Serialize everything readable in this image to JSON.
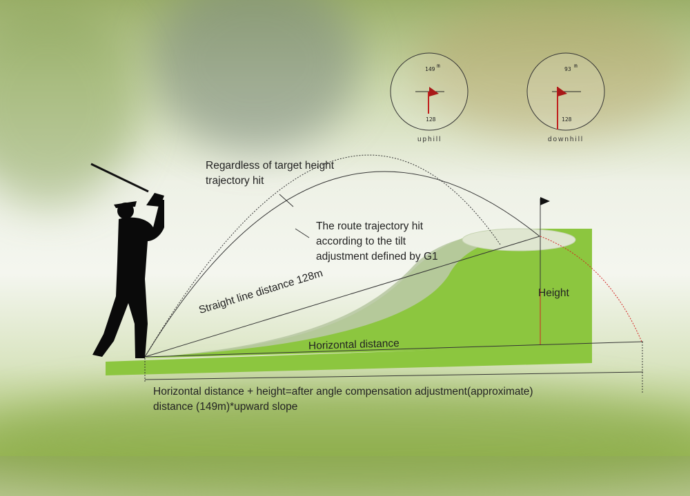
{
  "scopes": [
    {
      "label": "uphill",
      "reading": "149",
      "unit": "m",
      "distance": "128"
    },
    {
      "label": "downhill",
      "reading": "93",
      "unit": "m",
      "distance": "128"
    }
  ],
  "annotations": {
    "regardless_line1": "Regardless of target height",
    "regardless_line2": "trajectory hit",
    "route_line1": "The route trajectory hit",
    "route_line2": "according to the tilt",
    "route_line3": "adjustment defined by G1",
    "straight": "Straight line distance 128m",
    "horizontal": "Horizontal distance",
    "height": "Height",
    "formula_line1": "Horizontal distance + height=after angle compensation adjustment(approximate)",
    "formula_line2": "distance (149m)*upward slope"
  },
  "colors": {
    "grass": "#8cc63f",
    "flag": "#b01c1c",
    "accent_red": "#d42020"
  }
}
